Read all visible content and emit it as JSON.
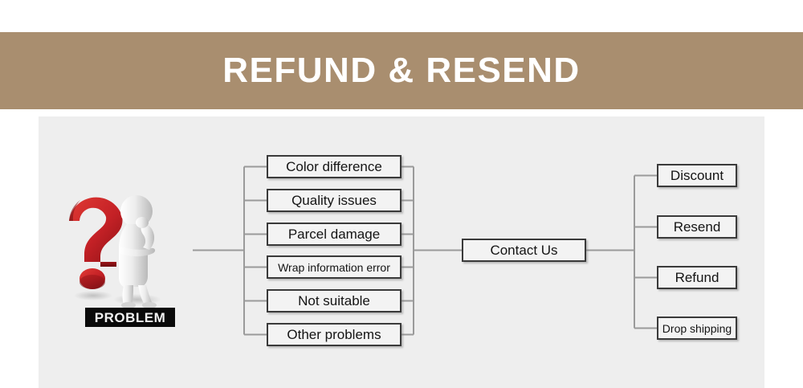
{
  "banner": {
    "title": "REFUND & RESEND",
    "background_color": "#a98e6f",
    "text_color": "#ffffff"
  },
  "panel": {
    "background_color": "#eeeeee"
  },
  "illustration": {
    "name": "problem-question-mark-thinker",
    "label": "PROBLEM",
    "question_mark_color": "#c42126",
    "figure_color": "#e8e8e8",
    "label_background": "#0a0a0a",
    "label_text_color": "#f2f2f2"
  },
  "flowchart": {
    "problems_heading": "PROBLEM",
    "problems": [
      {
        "label": "Color difference",
        "size": "lg"
      },
      {
        "label": "Quality issues",
        "size": "lg"
      },
      {
        "label": "Parcel damage",
        "size": "lg"
      },
      {
        "label": "Wrap information error",
        "size": "sm"
      },
      {
        "label": "Not suitable",
        "size": "lg"
      },
      {
        "label": "Other problems",
        "size": "lg"
      }
    ],
    "contact": {
      "label": "Contact Us"
    },
    "resolutions": [
      {
        "label": "Discount",
        "size": "lg"
      },
      {
        "label": "Resend",
        "size": "lg"
      },
      {
        "label": "Refund",
        "size": "lg"
      },
      {
        "label": "Drop shipping",
        "size": "sm"
      }
    ],
    "box_border_color": "#3a3a3a",
    "box_fill_color": "#f3f3f3",
    "connector_color": "#9a9a9a"
  }
}
